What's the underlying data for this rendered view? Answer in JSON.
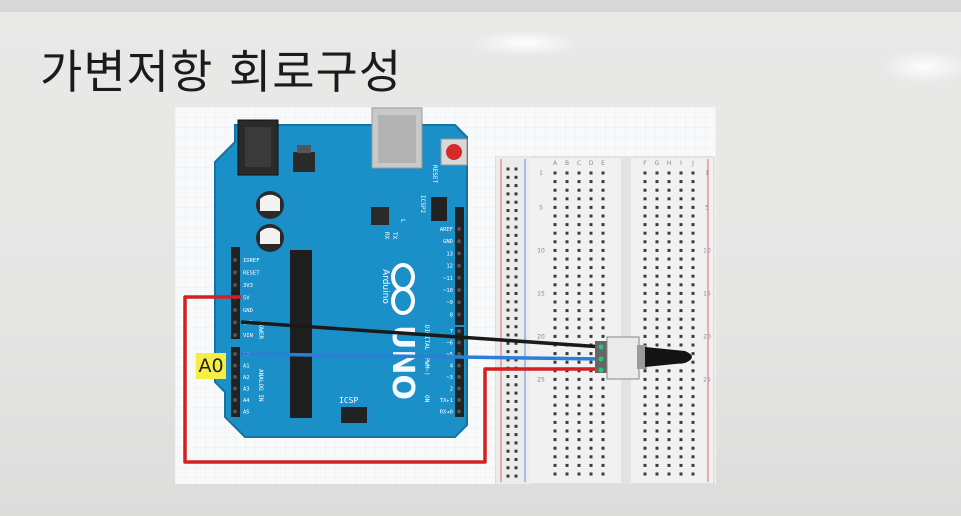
{
  "slide": {
    "title": "가변저항 회로구성",
    "pin_callout": "A0"
  },
  "arduino": {
    "board_color": "#1b8fc7",
    "brand": "Arduino",
    "model": "UNO",
    "on_label": "ON",
    "reset_label": "RESET",
    "icsp_label": "ICSP",
    "icsp2_label": "ICSP2",
    "tx_label": "TX",
    "rx_label": "RX",
    "l_label": "L",
    "power_section": "POWER",
    "analog_section": "ANALOG IN",
    "digital_section": "DIGITAL (PWM~)",
    "power_pins": [
      "IOREF",
      "RESET",
      "3V3",
      "5V",
      "GND",
      "GND",
      "VIN"
    ],
    "analog_pins": [
      "A0",
      "A1",
      "A2",
      "A3",
      "A4",
      "A5"
    ],
    "digital_pins_upper": [
      "AREF",
      "GND",
      "13",
      "12",
      "~11",
      "~10",
      "~9",
      "8"
    ],
    "digital_pins_lower": [
      "7",
      "~6",
      "~5",
      "4",
      "~3",
      "2",
      "TX▸1",
      "RX◂0"
    ]
  },
  "breadboard": {
    "column_letters_left": [
      "A",
      "B",
      "C",
      "D",
      "E"
    ],
    "column_letters_right": [
      "F",
      "G",
      "H",
      "I",
      "J"
    ],
    "row_numbers": [
      "1",
      "5",
      "10",
      "15",
      "20",
      "25"
    ]
  },
  "wires": {
    "red": "#d42020",
    "blue": "#2b7fd8",
    "black": "#1a1a1a"
  },
  "potentiometer": {
    "body_color": "#1a1a1a",
    "pins": 3
  }
}
